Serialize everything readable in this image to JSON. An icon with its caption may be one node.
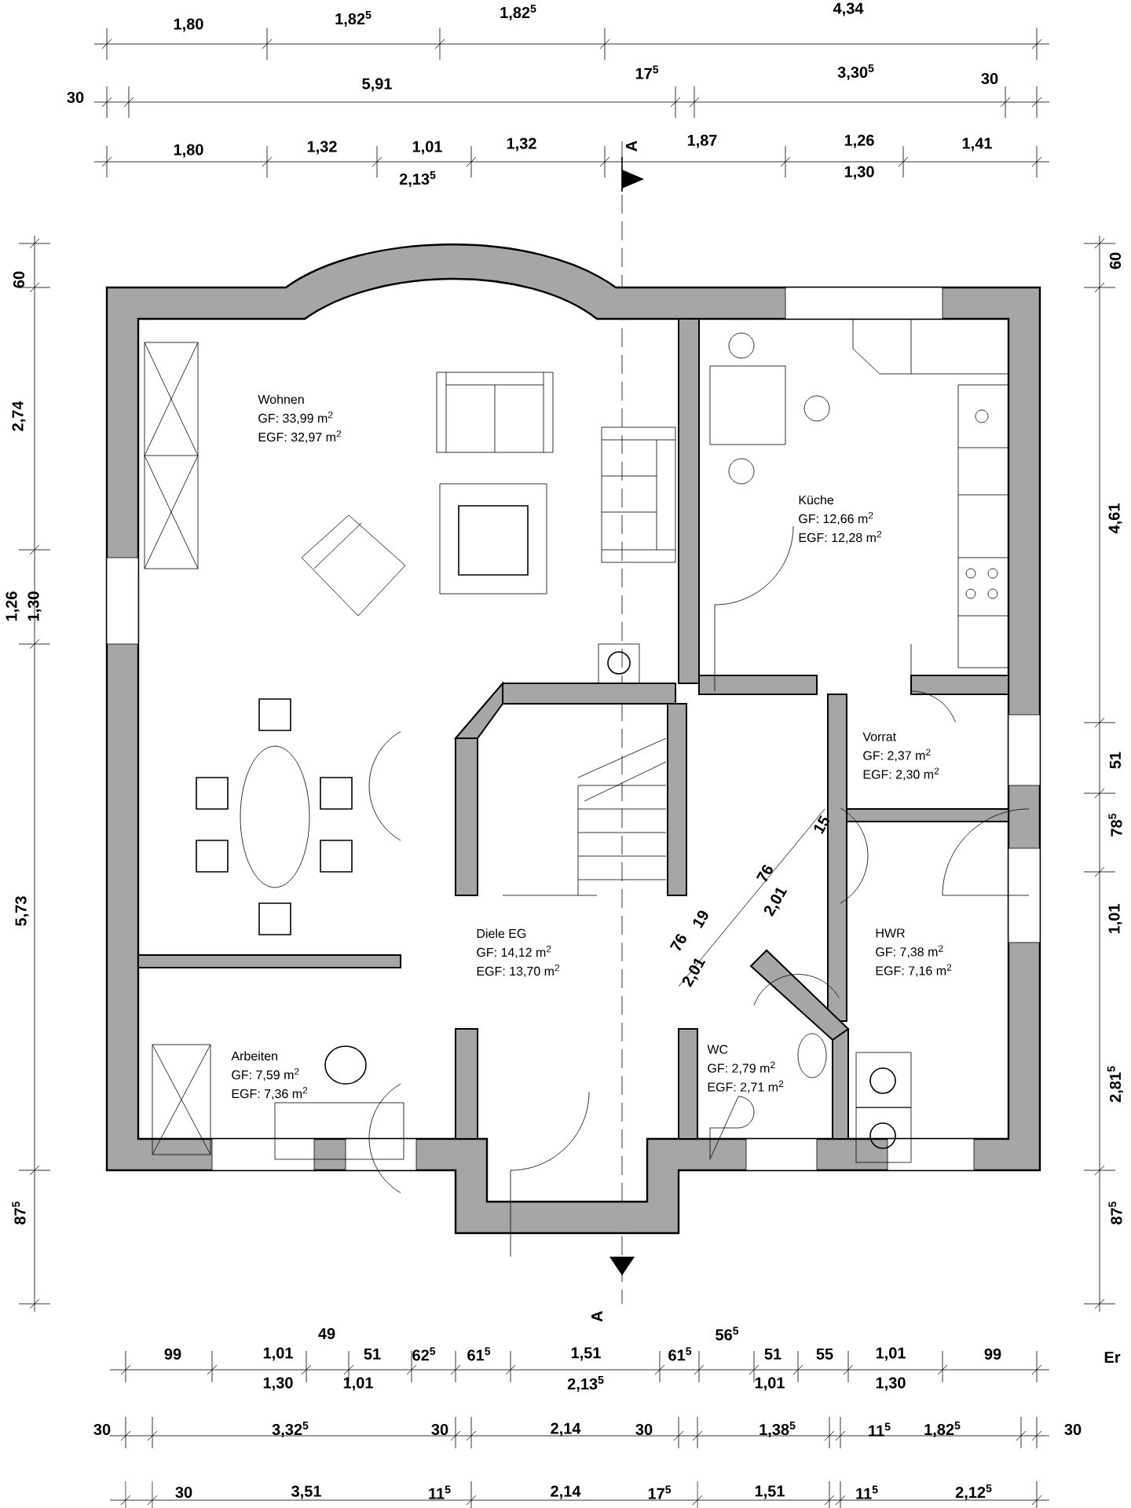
{
  "diagram": {
    "nodes": [
      {
        "text": [
          "Wohnen",
          "GF: 33,99 m$^{2}$",
          "EGF: 32,97 m$^{2}$"
        ]
      },
      {
        "text": [
          "Küche",
          "GF: 12,66 m$^{2}$",
          "EGF: 12,28 m$^{2}$"
        ]
      },
      {
        "text": [
          "Vorrat",
          "GF: 2,37 m$^{2}$",
          "EGF: 2,30 m$^{2}$"
        ]
      },
      {
        "text": [
          "Diele EG",
          "GF: 14,12 m$^{2}$",
          "EGF: 13,70 m$^{2}$"
        ]
      },
      {
        "text": [
          "HWR",
          "GF: 7,38 m$^{2}$",
          "EGF: 7,16 m$^{2}$"
        ]
      },
      {
        "text": [
          "Arbeiten",
          "GF: 7,59 m$^{2}$",
          "EGF: 7,36 m$^{2}$"
        ]
      },
      {
        "text": [
          "WC",
          "GF: 2,79 m$^{2}$",
          "EGF: 2,71 m$^{2}$"
        ]
      }
    ],
    "edges": [],
    "labels": [
      "1,80",
      "1,82$^{5}$",
      "1,82$^{5}$",
      "4,34",
      "30",
      "5,91",
      "17$^{5}$",
      "3,30$^{5}$",
      "30",
      "1,80",
      "1,32",
      "1,01",
      "2,13$^{5}$",
      "1,32",
      "A",
      "1,87",
      "1,26",
      "1,30",
      "1,41",
      "60",
      "2,74",
      "1,26",
      "1,30",
      "5,73",
      "87$^{5}$",
      "60",
      "4,61",
      "51",
      "78$^{5}$",
      "1,01",
      "2,81$^{5}$",
      "87$^{5}$",
      "76",
      "2,01",
      "19",
      "76",
      "2,01",
      "15",
      "A",
      "99",
      "1,01",
      "1,30",
      "49",
      "51",
      "1,01",
      "62$^{5}$",
      "61$^{5}$",
      "1,51",
      "2,13$^{5}$",
      "61$^{5}$",
      "56$^{5}$",
      "51",
      "1,01",
      "55",
      "1,01",
      "1,30",
      "99",
      "Er",
      "30",
      "3,32$^{5}$",
      "30",
      "2,14",
      "30",
      "1,38$^{5}$",
      "11$^{5}$",
      "1,82$^{5}$",
      "30",
      "30",
      "3,51",
      "11$^{5}$",
      "2,14",
      "17$^{5}$",
      "1,51",
      "11$^{5}$",
      "2,12$^{5}$"
    ]
  }
}
